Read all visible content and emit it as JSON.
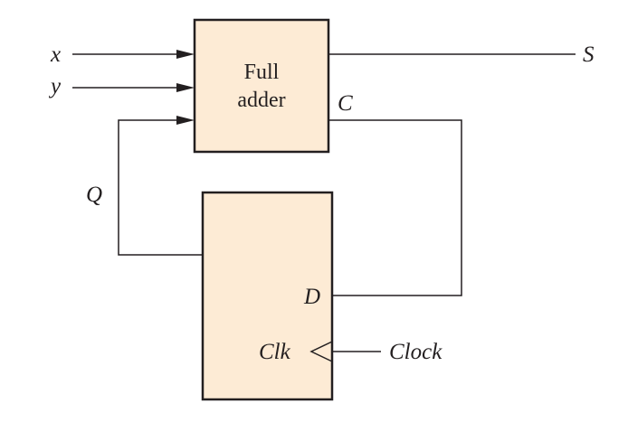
{
  "colors": {
    "block_fill": "#fdebd5",
    "line": "#231f20",
    "background": "#ffffff"
  },
  "full_adder": {
    "label_line1": "Full",
    "label_line2": "adder"
  },
  "signals": {
    "x": "x",
    "y": "y",
    "S": "S",
    "C": "C",
    "Q": "Q",
    "D": "D",
    "Clk": "Clk",
    "Clock": "Clock"
  }
}
